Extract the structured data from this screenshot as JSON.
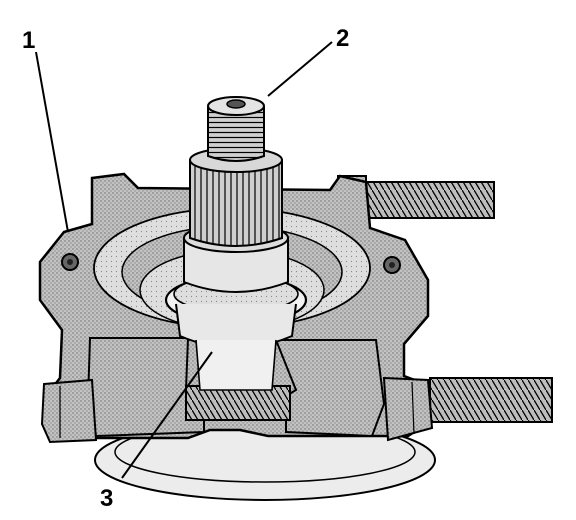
{
  "callouts": [
    {
      "id": "1",
      "label": "1"
    },
    {
      "id": "2",
      "label": "2"
    },
    {
      "id": "3",
      "label": "3"
    }
  ],
  "colors": {
    "ink": "#000000",
    "paper": "#ffffff",
    "casting": "#b9b9b9",
    "shaft": "#d4d4d4"
  }
}
